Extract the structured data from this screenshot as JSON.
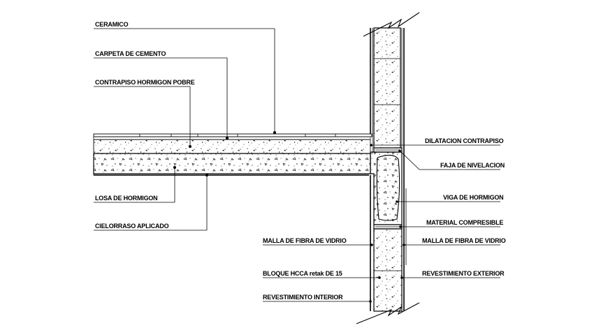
{
  "labels": {
    "ceramico": "CERAMICO",
    "carpeta": "CARPETA DE CEMENTO",
    "contrapiso": "CONTRAPISO HORMIGON POBRE",
    "losa": "LOSA DE HORMIGON",
    "cielorraso": "CIELORRASO APLICADO",
    "malla_interior": "MALLA DE FIBRA DE VIDRIO",
    "bloque": "BLOQUE HCCA retak DE 15",
    "revestimiento_interior": "REVESTIMIENTO INTERIOR",
    "dilatacion": "DILATACION CONTRAPISO",
    "faja": "FAJA DE NIVELACION",
    "viga": "VIGA DE HORMIGON",
    "material": "MATERIAL COMPRESIBLE",
    "malla_exterior": "MALLA DE FIBRA DE VIDRIO",
    "revestimiento_exterior": "REVESTIMIENTO EXTERIOR"
  },
  "colors": {
    "line": "#000000",
    "background": "#ffffff"
  }
}
